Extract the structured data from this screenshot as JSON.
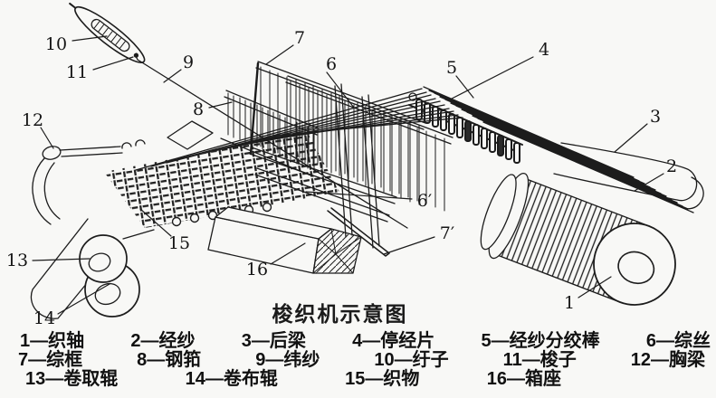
{
  "title": "梭织机示意图",
  "colors": {
    "ink": "#1c1c1c",
    "background": "#f8f8f6"
  },
  "diagram": {
    "labels": {
      "n1": "1",
      "n2": "2",
      "n3": "3",
      "n4": "4",
      "n5": "5",
      "n6": "6",
      "n7": "7",
      "n8": "8",
      "n9": "9",
      "n10": "10",
      "n11": "11",
      "n12": "12",
      "n13": "13",
      "n14": "14",
      "n15": "15",
      "n16": "16",
      "n6p": "6′",
      "n7p": "7′"
    }
  },
  "legend": {
    "rows": [
      [
        "1—织轴",
        "2—经纱",
        "3—后梁",
        "4—停经片",
        "5—经纱分绞棒",
        "6—综丝"
      ],
      [
        "7—综框",
        "8—钢筘",
        "9—纬纱",
        "10—纡子",
        "11—梭子",
        "12—胸梁"
      ],
      [
        "13—卷取辊",
        "14—卷布辊",
        "15—织物",
        "16—箱座"
      ]
    ]
  }
}
